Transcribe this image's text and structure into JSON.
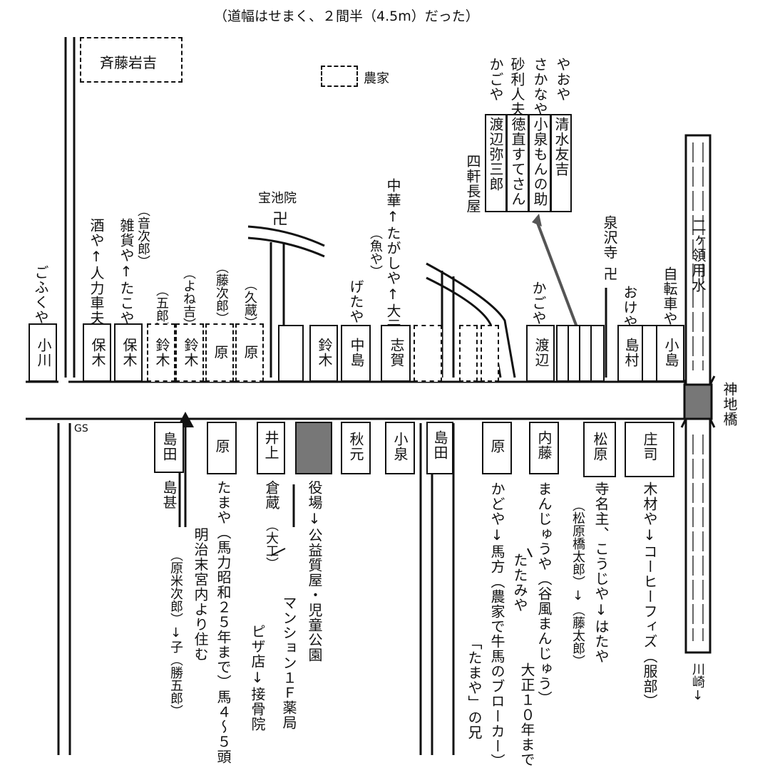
{
  "header": {
    "note": "（道幅はせまく、２間半（4.5m）だった）"
  },
  "places": {
    "saito": "斉藤岩吉",
    "nouka": "農家",
    "hochiin": "宝池院",
    "sensawaji": "泉沢寺",
    "manji": "卍",
    "yonken": "四軒長屋",
    "gs": "GS",
    "kanjibashi": "神地橋",
    "nikaryo": "二ヶ領用水",
    "kawasaki": "川崎↓"
  },
  "north_labels": {
    "gofukuya": "ごふくや",
    "sakaya": "酒や↑人力車夫",
    "zakkaya": "雑貨や↑たこや",
    "otojiro": "（音次郎）",
    "goro": "（五郎）",
    "yonekichi": "（よね吉）",
    "tojiro": "（藤次郎）",
    "kyuzo": "（久蔵）",
    "getaya": "げたや",
    "chuka": "中華↑たがしや↑大元",
    "uoya": "（魚や）",
    "kagoya2": "かごや",
    "okeya": "おけや",
    "jitensha": "自転車や"
  },
  "row_top": [
    "やおや",
    "さかなや",
    "砂利人夫",
    "かごや"
  ],
  "nagaya": [
    "清水友吉",
    "小泉もんの助",
    "徳直すてさん",
    "渡辺弥三郎"
  ],
  "north_boxes": {
    "ogawa": "小川",
    "hoki1": "保木",
    "hoki2": "保木",
    "suzuki1": "鈴木",
    "suzuki2": "鈴木",
    "hara1": "原",
    "hara2": "原",
    "suzuki3": "鈴木",
    "nakajima": "中島",
    "shiga": "志賀",
    "watanabe": "渡辺",
    "shimamura": "島村",
    "kojima": "小島"
  },
  "south_boxes": {
    "shimada1": "島田",
    "hara3": "原",
    "inoue": "井上",
    "akimoto": "秋元",
    "koizumi": "小泉",
    "shimada2": "島田",
    "hara4": "原",
    "naito": "内藤",
    "matsubara": "松原",
    "shoji": "庄司"
  },
  "south_labels": {
    "shimajin": "島甚",
    "meiji": "明治末宮内より住む",
    "haraYone": "（原米次郎）↓子（勝五郎）",
    "tamaya": "たまや（馬力昭和２５年まで）馬４～５頭",
    "kura": "倉蔵",
    "daiku": "（大工）",
    "yakuba": "役場↓公益質屋・児童公園",
    "mansion": "マンション１Ｆ薬局",
    "pizza": "ピザ店↓接骨院",
    "kadoya": "かどや↓馬方（農家で牛馬のブローカー）",
    "tamaya2": "「たまや」の兄",
    "manju": "まんじゅうや（谷風まんじゅう）",
    "taisho": "大正１０年まで",
    "tatamiya": "たたみや",
    "jimyo": "寺名主、こうじや↓はたや",
    "matsubaraH": "（松原橋太郎）↓（藤太郎）",
    "mokuzai": "木材や↓コーヒーフィズ（服部）"
  }
}
